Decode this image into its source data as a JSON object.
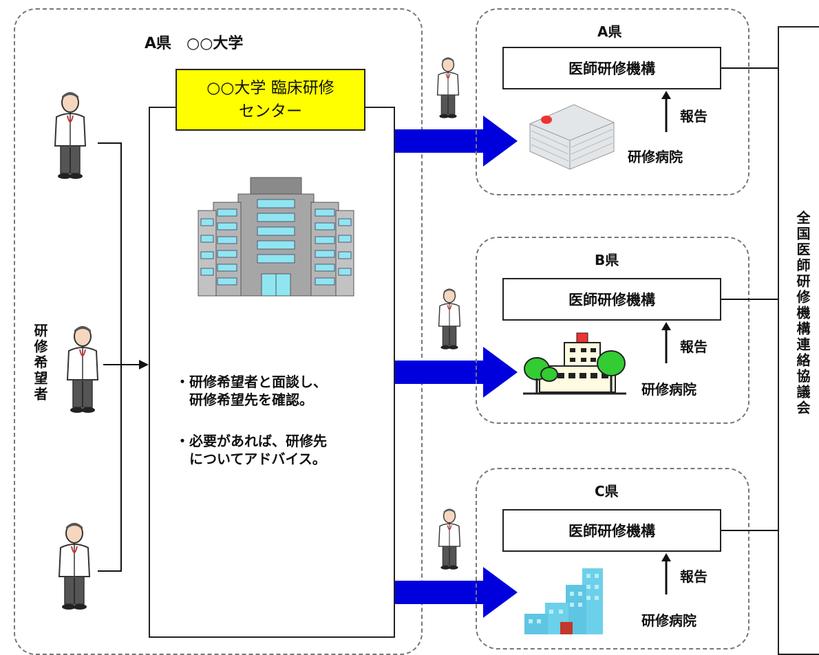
{
  "left_region": {
    "title": "A県　○○大学",
    "center_name": "○○大学 臨床研修\nセンター",
    "applicant_label": "研修希望者",
    "notes": [
      "・研修希望者と面談し、\n　研修希望先を確認。",
      "・必要があれば、研修先\n　についてアドバイス。"
    ],
    "center_color": "#ffff00"
  },
  "prefectures": [
    {
      "name": "A県",
      "org": "医師研修機構",
      "report": "報告",
      "hospital": "研修病院"
    },
    {
      "name": "B県",
      "org": "医師研修機構",
      "report": "報告",
      "hospital": "研修病院"
    },
    {
      "name": "C県",
      "org": "医師研修機構",
      "report": "報告",
      "hospital": "研修病院"
    }
  ],
  "council": {
    "name": "全国医師研修機構連絡協議会"
  },
  "colors": {
    "arrow": "#0000dd",
    "building_window": "#8fe6f0",
    "tree": "#33cc33"
  }
}
